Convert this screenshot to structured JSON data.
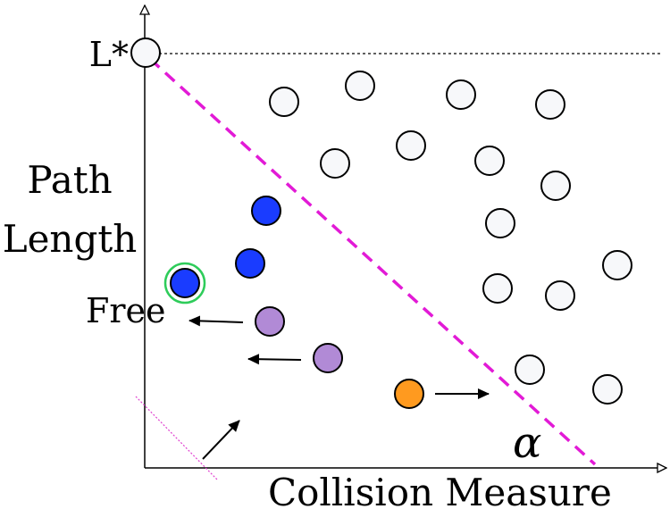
{
  "labels": {
    "y_axis_line1": "Path",
    "y_axis_line2": "Length",
    "x_axis": "Collision Measure",
    "l_star": "L*",
    "free": "Free",
    "alpha": "α"
  },
  "colors": {
    "boundary_line": "#e21ad6",
    "free_ring": "#2ecc5a",
    "hollow_node": "#f7f8fa",
    "blue_node": "#1a3cff",
    "purple_node": "#b18ad6",
    "orange_node": "#ff9a1f",
    "threshold_line": "#e040d0"
  }
}
